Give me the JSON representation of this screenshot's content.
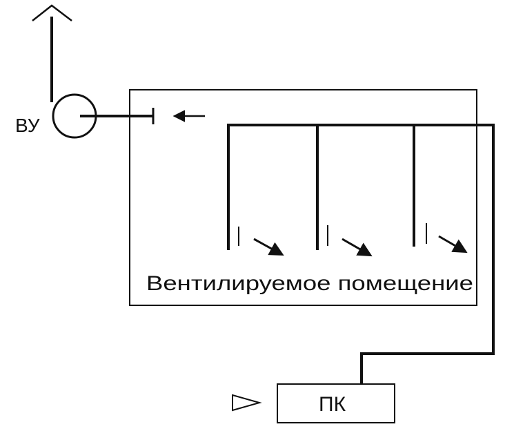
{
  "labels": {
    "fan_unit": "ВУ",
    "room": "Вентилируемое помещение",
    "controller": "ПК"
  },
  "colors": {
    "stroke": "#111111",
    "background": "#ffffff"
  }
}
